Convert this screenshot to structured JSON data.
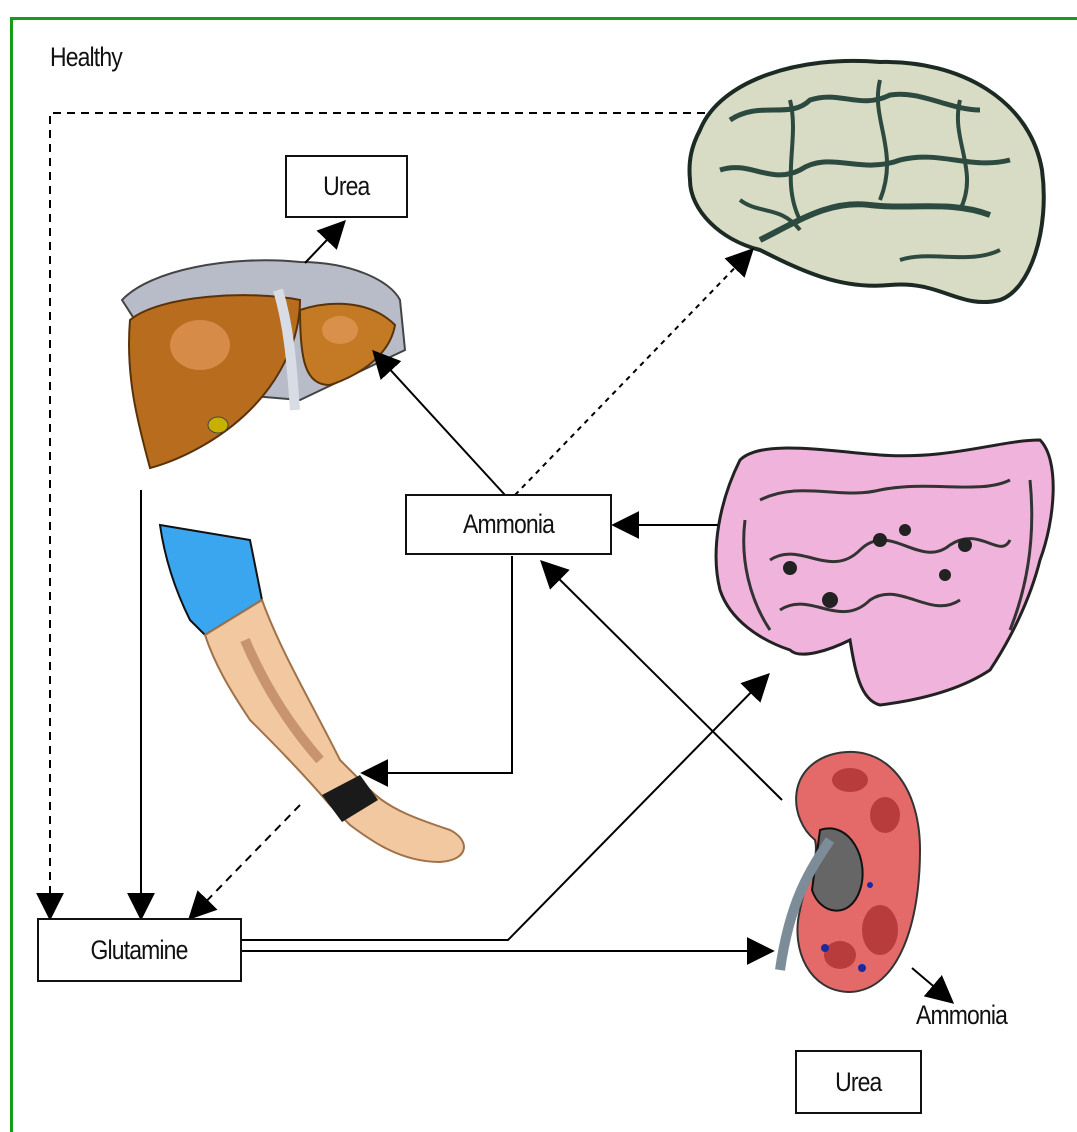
{
  "heading": "Healthy",
  "nodes": {
    "urea_top": "Urea",
    "ammonia": "Ammonia",
    "glutamine": "Glutamine",
    "urea_bottom": "Urea",
    "ammonia_excreted": "Ammonia"
  },
  "organs": [
    "liver",
    "brain",
    "intestine",
    "arm",
    "kidney"
  ],
  "colors": {
    "frame": "#1a9a1a",
    "liver": "#b86d1e",
    "brain": "#d8dcc4",
    "intestine": "#f0b4dc",
    "kidney": "#e46a6a",
    "sleeve": "#3aa6f0",
    "skin": "#f2c8a0"
  }
}
